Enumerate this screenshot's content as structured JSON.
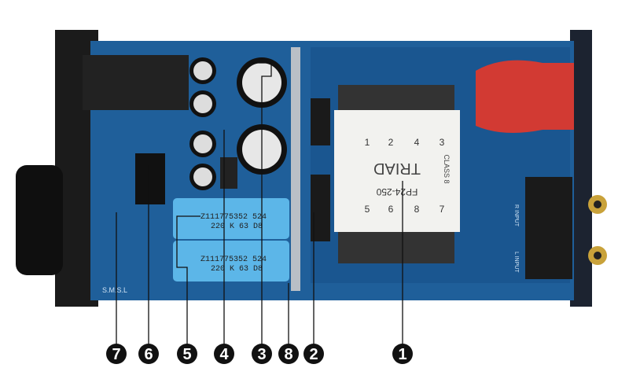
{
  "brand": "S.M.S.L",
  "transformer": {
    "pins_top": [
      "1",
      "2",
      "4",
      "3"
    ],
    "maker": "TRIAD",
    "model": "FP24-250",
    "class": "CLASS 8",
    "pins_bottom": [
      "5",
      "6",
      "8",
      "7"
    ]
  },
  "film_caps": [
    {
      "line1": "Z111775352  524",
      "line2": "220  K  63  D8"
    },
    {
      "line1": "Z111775352  524",
      "line2": "220  K  63  D8"
    }
  ],
  "inputs": {
    "right": "R INPUT",
    "left": "L INPUT"
  },
  "callouts": [
    "7",
    "6",
    "5",
    "4",
    "3",
    "8",
    "2",
    "1"
  ],
  "colors": {
    "pcb": "#1f5f9a",
    "pcb_dark": "#174a7a",
    "film_cap": "#5cb6e8",
    "socket": "#d23a33",
    "callout": "#111111"
  }
}
